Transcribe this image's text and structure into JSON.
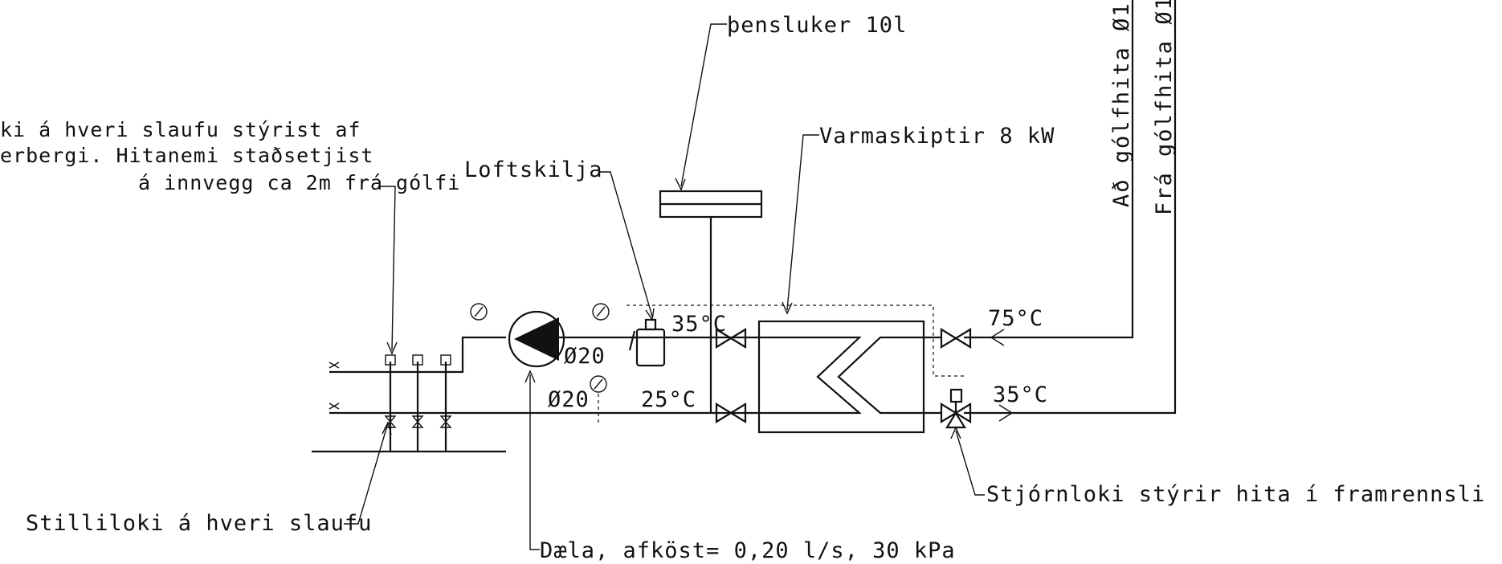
{
  "labels": {
    "tank": "þensluker 10l",
    "heat_exchanger": "Varmaskiptir 8 kW",
    "air_separator": "Loftskilja",
    "room_control_line1": "ki á hveri slaufu stýrist af",
    "room_control_line2": "erbergi. Hitanemi staðsetjist",
    "room_control_line3": "á innvegg ca 2m frá gólfi",
    "balancing_valve": "Stilliloki á hveri slaufu",
    "pump": "Dæla, afköst= 0,20 l/s, 30 kPa",
    "control_valve": "Stjórnloki stýrir hita í framrennsli",
    "to_floor_heating": "Að gólfhita  Ø1",
    "from_floor_heating": "Frá gólfhita  Ø1"
  },
  "values": {
    "supply_temp_primary": "75°C",
    "return_temp_primary": "35°C",
    "supply_temp_secondary": "35°C",
    "return_temp_secondary": "25°C",
    "pipe_dim_supply": "Ø20",
    "pipe_dim_return": "Ø20"
  }
}
